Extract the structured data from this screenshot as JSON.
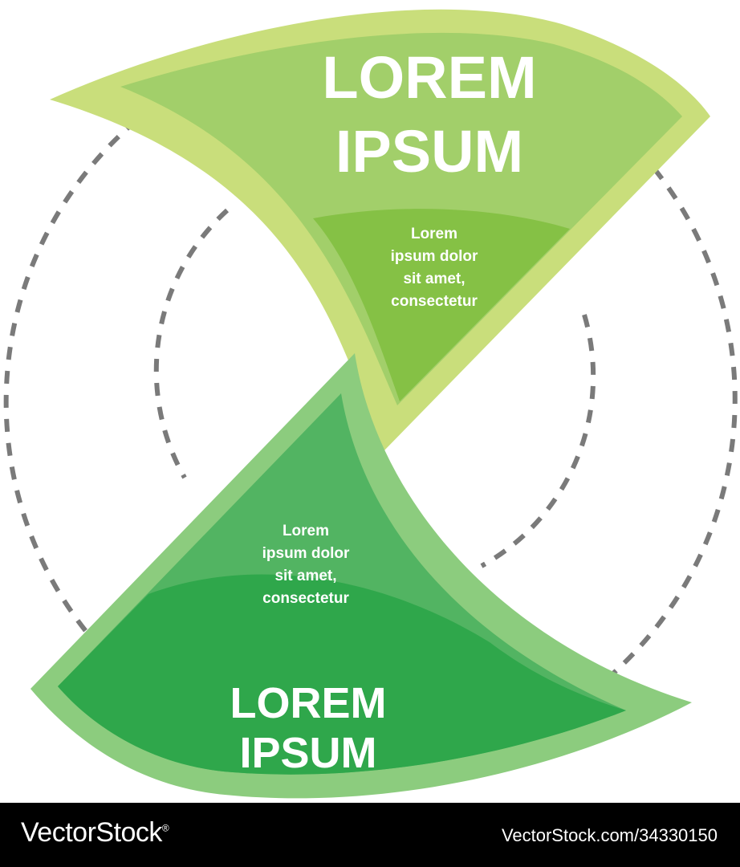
{
  "colors": {
    "dash": "#7a7a7a",
    "top_outer": "#c9de7b",
    "top_mid": "#a2cf6a",
    "top_inner": "#85c145",
    "bottom_outer": "#8ccc7e",
    "bottom_mid": "#52b462",
    "bottom_inner": "#2fa74b",
    "footer_bg": "#000000",
    "text": "#ffffff"
  },
  "top_block": {
    "title_line1": "LOREM",
    "title_line2": "IPSUM",
    "body_lines": [
      "Lorem",
      "ipsum dolor",
      "sit amet,",
      "consectetur"
    ]
  },
  "bottom_block": {
    "title_line1": "LOREM",
    "title_line2": "IPSUM",
    "body_lines": [
      "Lorem",
      "ipsum dolor",
      "sit amet,",
      "consectetur"
    ]
  },
  "footer": {
    "brand": "VectorStock",
    "brand_mark": "®",
    "image_id": "VectorStock.com/34330150"
  }
}
